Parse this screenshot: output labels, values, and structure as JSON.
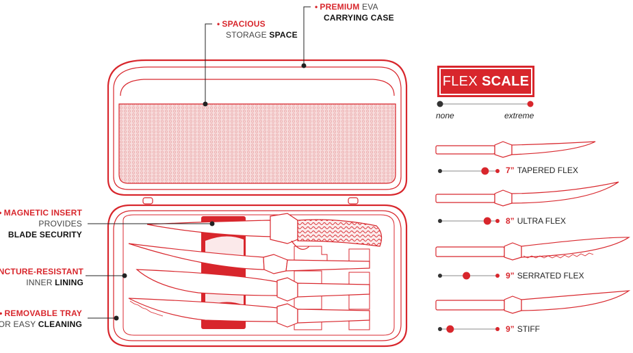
{
  "callouts": {
    "spacious": {
      "highlight": "SPACIOUS",
      "line2a": "STORAGE",
      "line2b": "SPACE"
    },
    "premium": {
      "highlight": "PREMIUM",
      "rest": "EVA",
      "line2": "CARRYING CASE"
    },
    "magnetic": {
      "highlight": "MAGNETIC INSERT",
      "line2": "PROVIDES",
      "line3": "BLADE SECURITY"
    },
    "puncture": {
      "highlight": "PUNCTURE-RESISTANT",
      "line2a": "INNER",
      "line2b": "LINING"
    },
    "removable": {
      "highlight": "REMOVABLE TRAY",
      "line2a": "FOR EASY",
      "line2b": "CLEANING"
    }
  },
  "flex_scale": {
    "title_a": "FLEX",
    "title_b": "SCALE",
    "min_label": "none",
    "max_label": "extreme",
    "knives": [
      {
        "size": "7”",
        "name": "TAPERED FLEX",
        "flex_level": 0.85
      },
      {
        "size": "8”",
        "name": "ULTRA FLEX",
        "flex_level": 0.9
      },
      {
        "size": "9”",
        "name": "SERRATED FLEX",
        "flex_level": 0.45
      },
      {
        "size": "9”",
        "name": "STIFF",
        "flex_level": 0.1
      }
    ]
  },
  "colors": {
    "accent": "#d8262c",
    "dark": "#333333",
    "grey": "#888888"
  }
}
